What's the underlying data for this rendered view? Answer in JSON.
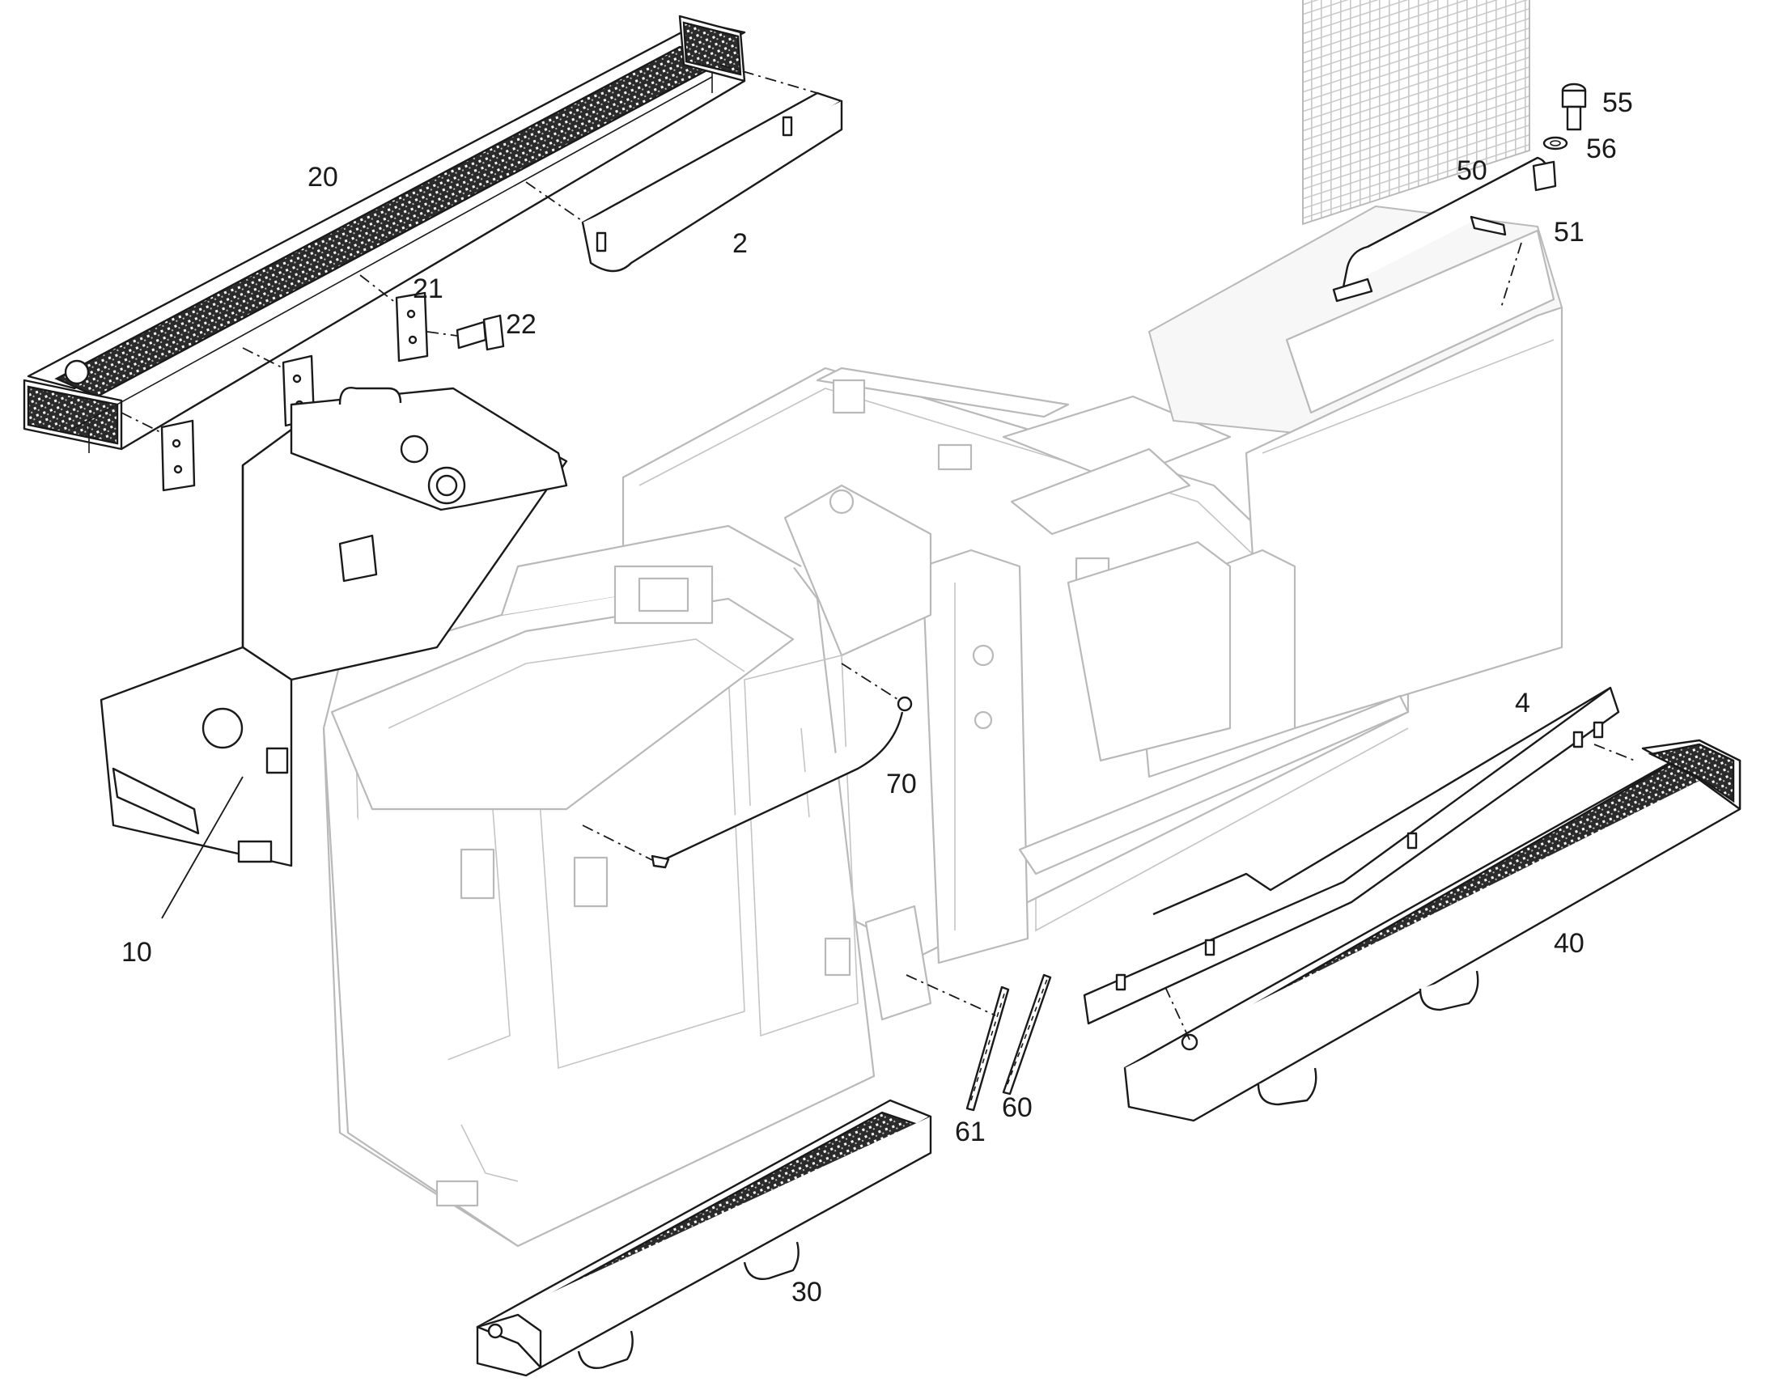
{
  "callouts": {
    "c20": "20",
    "c2": "2",
    "c21": "21",
    "c22": "22",
    "c10": "10",
    "c55": "55",
    "c56": "56",
    "c50": "50",
    "c51": "51",
    "c70": "70",
    "c4": "4",
    "c40": "40",
    "c61": "61",
    "c60": "60",
    "c30": "30"
  },
  "colors": {
    "line": "#1a1a1a",
    "ghost_line": "#b9b9b9",
    "background": "#ffffff"
  }
}
